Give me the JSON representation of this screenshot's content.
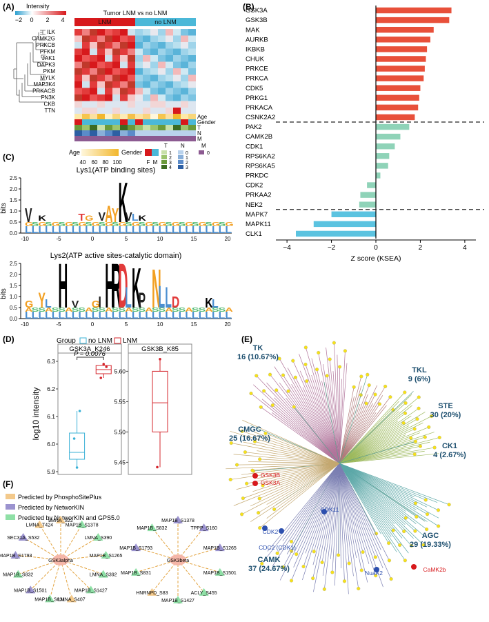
{
  "panels": {
    "A": "(A)",
    "B": "(B)",
    "C": "(C)",
    "D": "(D)",
    "E": "(E)",
    "F": "(F)"
  },
  "panel_a": {
    "heatmap_title": "Tumor LNM vs no LNM",
    "group_lnm": "LNM",
    "group_nolnm": "no LNM",
    "intensity_label": "Intensity",
    "intensity_ticks": [
      "−2",
      "0",
      "2",
      "4"
    ],
    "genes": [
      "ILK",
      "CAMK2G",
      "PRKCB",
      "PFKM",
      "JAK1",
      "DAPK3",
      "PKM",
      "MYLK",
      "MAP3K4",
      "PRKACB",
      "FN3K",
      "CKB",
      "TTN"
    ],
    "annotation_rows": [
      "Age",
      "Gender",
      "T",
      "N",
      "M"
    ],
    "legend_age_title": "Age",
    "legend_age_ticks": [
      "40",
      "60",
      "80",
      "100"
    ],
    "legend_gender_title": "Gender",
    "legend_gender_items": [
      "F",
      "M"
    ],
    "legend_t_title": "T",
    "legend_t_items": [
      "1",
      "2",
      "3",
      "4"
    ],
    "legend_n_title": "N",
    "legend_n_items": [
      "0",
      "1",
      "2",
      "3"
    ],
    "legend_m_title": "M",
    "legend_m_items": [
      "0"
    ],
    "colors": {
      "high": "#d7191c",
      "low": "#2c9fcf",
      "lnm": "#d7191c",
      "nolnm": "#4bb8d8"
    }
  },
  "panel_c": {
    "logo1_title": "Lys1(ATP binding sites)",
    "logo2_title": "Lys2(ATP active sites-catalytic domain)",
    "ylabel": "bits",
    "yticks": [
      "0.0",
      "0.5",
      "1.0",
      "1.5",
      "2.0",
      "2.5"
    ],
    "xticks": [
      "-10",
      "-5",
      "0",
      "5",
      "10",
      "15",
      "20"
    ]
  },
  "panel_d": {
    "legend_title": "Group",
    "legend_nolnm": "no LNM",
    "legend_lnm": "LNM",
    "facet1": "GSK3A_K246",
    "facet2": "GSK3B_K85",
    "pvalue": "P = 0.0076",
    "ylabel": "log10 intensity",
    "facet1_yticks": [
      "5.9",
      "6.0",
      "6.1",
      "6.2",
      "6.3"
    ],
    "facet2_yticks": [
      "5.45",
      "5.50",
      "5.55",
      "5.60"
    ]
  },
  "panel_e": {
    "groups": [
      {
        "name": "TK",
        "count": "16 (10.67%)"
      },
      {
        "name": "TKL",
        "count": "9 (6%)"
      },
      {
        "name": "STE",
        "count": "30 (20%)"
      },
      {
        "name": "CMGC",
        "count": "25 (16.67%)"
      },
      {
        "name": "CK1",
        "count": "4 (2.67%)"
      },
      {
        "name": "AGC",
        "count": "29 (19.33%)"
      },
      {
        "name": "CAMK",
        "count": "37 (24.67%)"
      }
    ],
    "highlights": [
      "GSK3B",
      "GSK3A",
      "CDK11",
      "CDK2",
      "CDC2 (CDK1)",
      "NuaK2",
      "CaMK2b"
    ],
    "colors": {
      "TK": "#b0739a",
      "TKL": "#b07a7a",
      "STE": "#9bb85a",
      "CMGC": "#c4a870",
      "CK1": "#5f9e8e",
      "AGC": "#5ba7a7",
      "CAMK": "#7b7fb2"
    }
  },
  "panel_f": {
    "legend": [
      {
        "label": "Predicted by PhosphoSitePlus",
        "color": "#f3c98b"
      },
      {
        "label": "Predicted by NetworKIN",
        "color": "#9b93cf"
      },
      {
        "label": "Predicted by NetworKIN and GPS5.0",
        "color": "#8fe0a6"
      }
    ],
    "net1_center": "GSK3alpha",
    "net1_nodes": [
      "LMNA_S22",
      "MAP1B_S1378",
      "LMNA_S390",
      "MAP1B_S1265",
      "LMNA_S392",
      "MAP1B_S1427",
      "LMNA_S407",
      "MAP1B_S831",
      "MAP1B_S1501",
      "MAP1B_S832",
      "MAP1B_S1793",
      "SEC31A_S532",
      "LMNA_T424"
    ],
    "net2_center": "GSK3beta",
    "net2_nodes": [
      "MAP1B_S1378",
      "TPPP_S160",
      "MAP1B_S1265",
      "MAP1B_S1501",
      "ACLY_S455",
      "MAP1B_S1427",
      "HNRNPD_S83",
      "MAP1B_S831",
      "MAP1B_S1793",
      "MAP1B_S832"
    ]
  },
  "chart_data": [
    {
      "type": "bar",
      "panel": "B",
      "orientation": "horizontal",
      "categories": [
        "GSK3A",
        "GSK3B",
        "MAK",
        "AURKB",
        "IKBKB",
        "CHUK",
        "PRKCE",
        "PRKCA",
        "CDK5",
        "PRKG1",
        "PRKACA",
        "CSNK2A2",
        "PAK2",
        "CAMK2B",
        "CDK1",
        "RPS6KA2",
        "RPS6KA5",
        "PRKDC",
        "CDK2",
        "PRKAA2",
        "NEK2",
        "MAPK7",
        "MAPK11",
        "CLK1"
      ],
      "values": [
        3.4,
        3.3,
        2.6,
        2.45,
        2.3,
        2.25,
        2.2,
        2.15,
        2.0,
        1.95,
        1.9,
        1.75,
        1.5,
        1.1,
        0.85,
        0.6,
        0.55,
        0.2,
        -0.4,
        -0.7,
        -0.75,
        -2.0,
        -2.8,
        -3.6
      ],
      "bar_colors": [
        "#e8503a",
        "#e8503a",
        "#e8503a",
        "#e8503a",
        "#e8503a",
        "#e8503a",
        "#e8503a",
        "#e8503a",
        "#e8503a",
        "#e8503a",
        "#e8503a",
        "#e8503a",
        "#8fd3b8",
        "#8fd3b8",
        "#8fd3b8",
        "#8fd3b8",
        "#8fd3b8",
        "#8fd3b8",
        "#8fd3b8",
        "#8fd3b8",
        "#8fd3b8",
        "#5bc3e0",
        "#5bc3e0",
        "#5bc3e0"
      ],
      "xlabel": "Z score (KSEA)",
      "xlim": [
        -4.5,
        4.5
      ],
      "xticks": [
        -4,
        -2,
        0,
        2,
        4
      ],
      "dashed_separators_after": [
        11,
        20
      ]
    },
    {
      "type": "box",
      "panel": "D",
      "facets": [
        {
          "name": "GSK3A_K246",
          "ylim": [
            5.89,
            6.33
          ],
          "series": [
            {
              "name": "no LNM",
              "q1": 5.945,
              "median": 5.97,
              "q3": 6.04,
              "whisker_low": 5.915,
              "whisker_high": 6.12,
              "points": [
                6.02,
                5.915,
                6.12
              ],
              "color": "#3ab1d6"
            },
            {
              "name": "LNM",
              "q1": 6.255,
              "median": 6.27,
              "q3": 6.285,
              "whisker_low": 6.24,
              "whisker_high": 6.295,
              "points": [
                6.24,
                6.29,
                6.28
              ],
              "color": "#d4242b"
            }
          ]
        },
        {
          "name": "GSK3B_K85",
          "ylim": [
            5.43,
            5.63
          ],
          "series": [
            {
              "name": "LNM",
              "q1": 5.5,
              "median": 5.548,
              "q3": 5.6,
              "whisker_low": 5.442,
              "whisker_high": 5.62,
              "points": [
                5.442,
                5.62
              ],
              "color": "#d4242b"
            }
          ]
        }
      ]
    }
  ]
}
